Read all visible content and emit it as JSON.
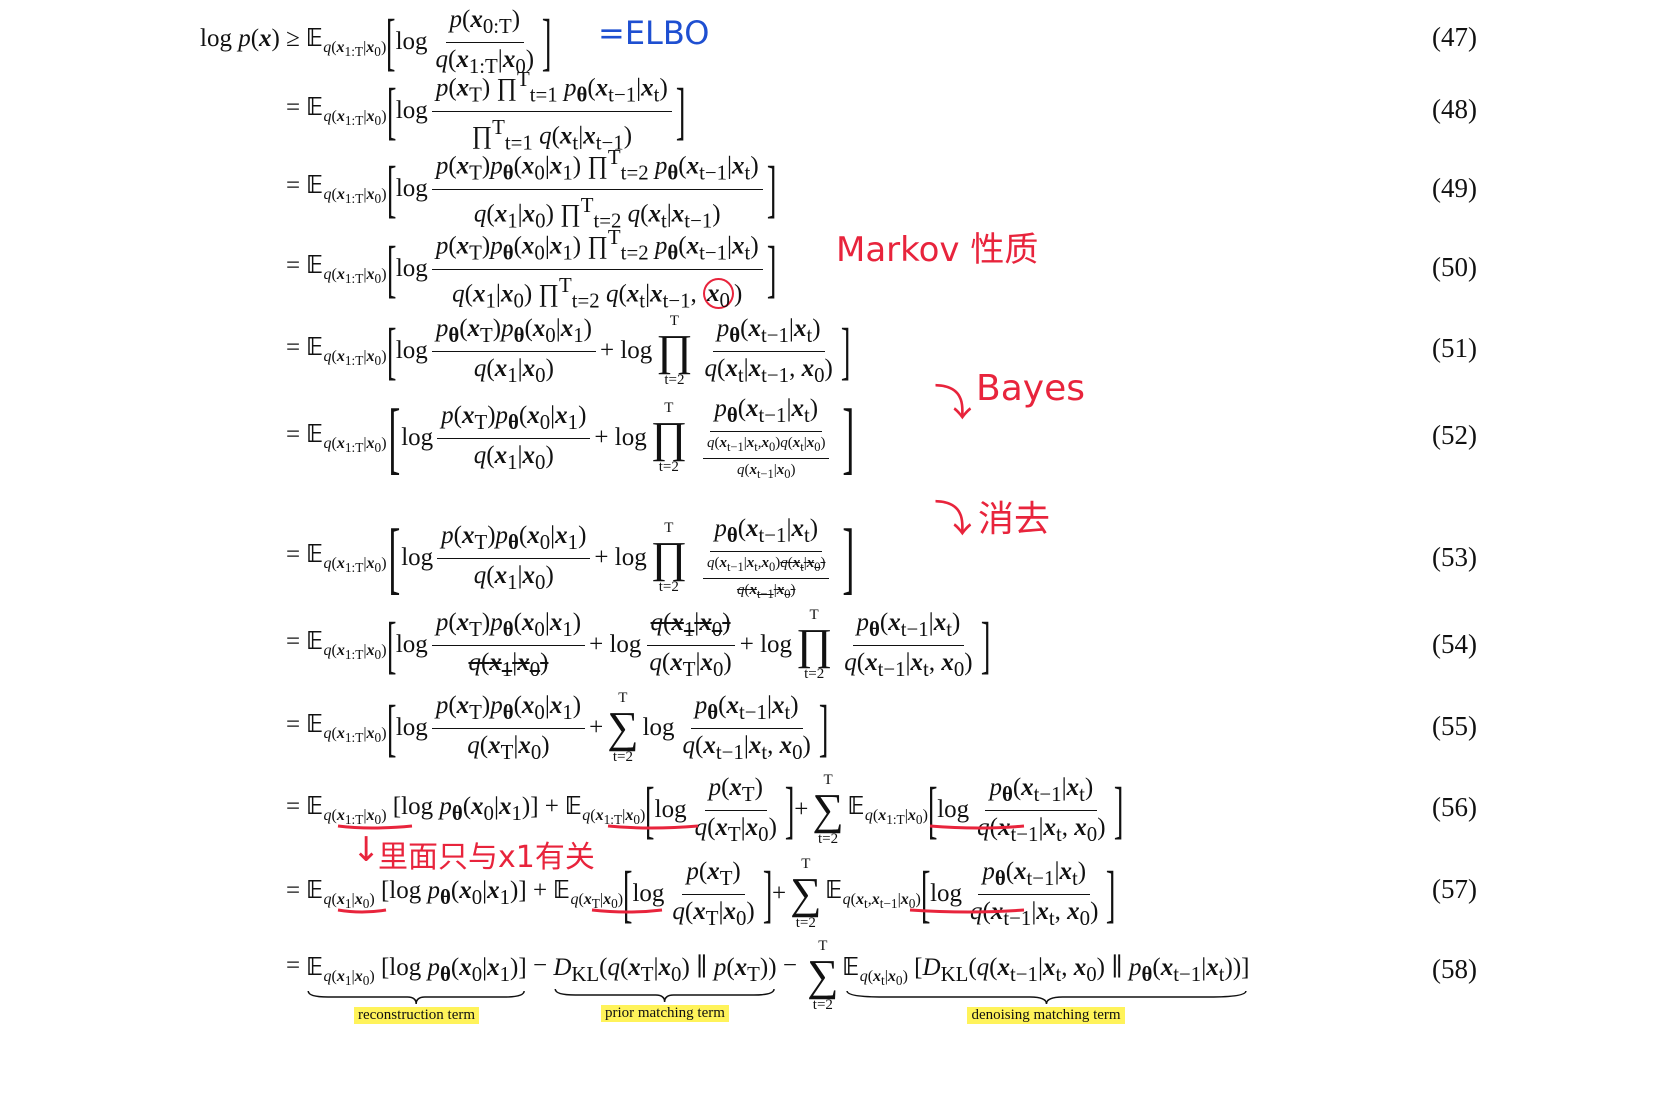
{
  "annotations": {
    "elbo": "=ELBO",
    "markov": "Markov 性质",
    "bayes": "Bayes",
    "cancel": "消去",
    "only_x0_x1": "里面只与x1有关"
  },
  "equations": [
    {
      "num": "(47)"
    },
    {
      "num": "(48)"
    },
    {
      "num": "(49)"
    },
    {
      "num": "(50)"
    },
    {
      "num": "(51)"
    },
    {
      "num": "(52)"
    },
    {
      "num": "(53)"
    },
    {
      "num": "(54)"
    },
    {
      "num": "(55)"
    },
    {
      "num": "(56)"
    },
    {
      "num": "(57)"
    },
    {
      "num": "(58)"
    }
  ],
  "labels": {
    "reconstruction": "reconstruction term",
    "prior": "prior matching term",
    "denoising": "denoising matching term"
  },
  "colors": {
    "annotation_red": "#e8243c",
    "annotation_blue": "#1e4fd1",
    "highlight": "#fff35a"
  }
}
